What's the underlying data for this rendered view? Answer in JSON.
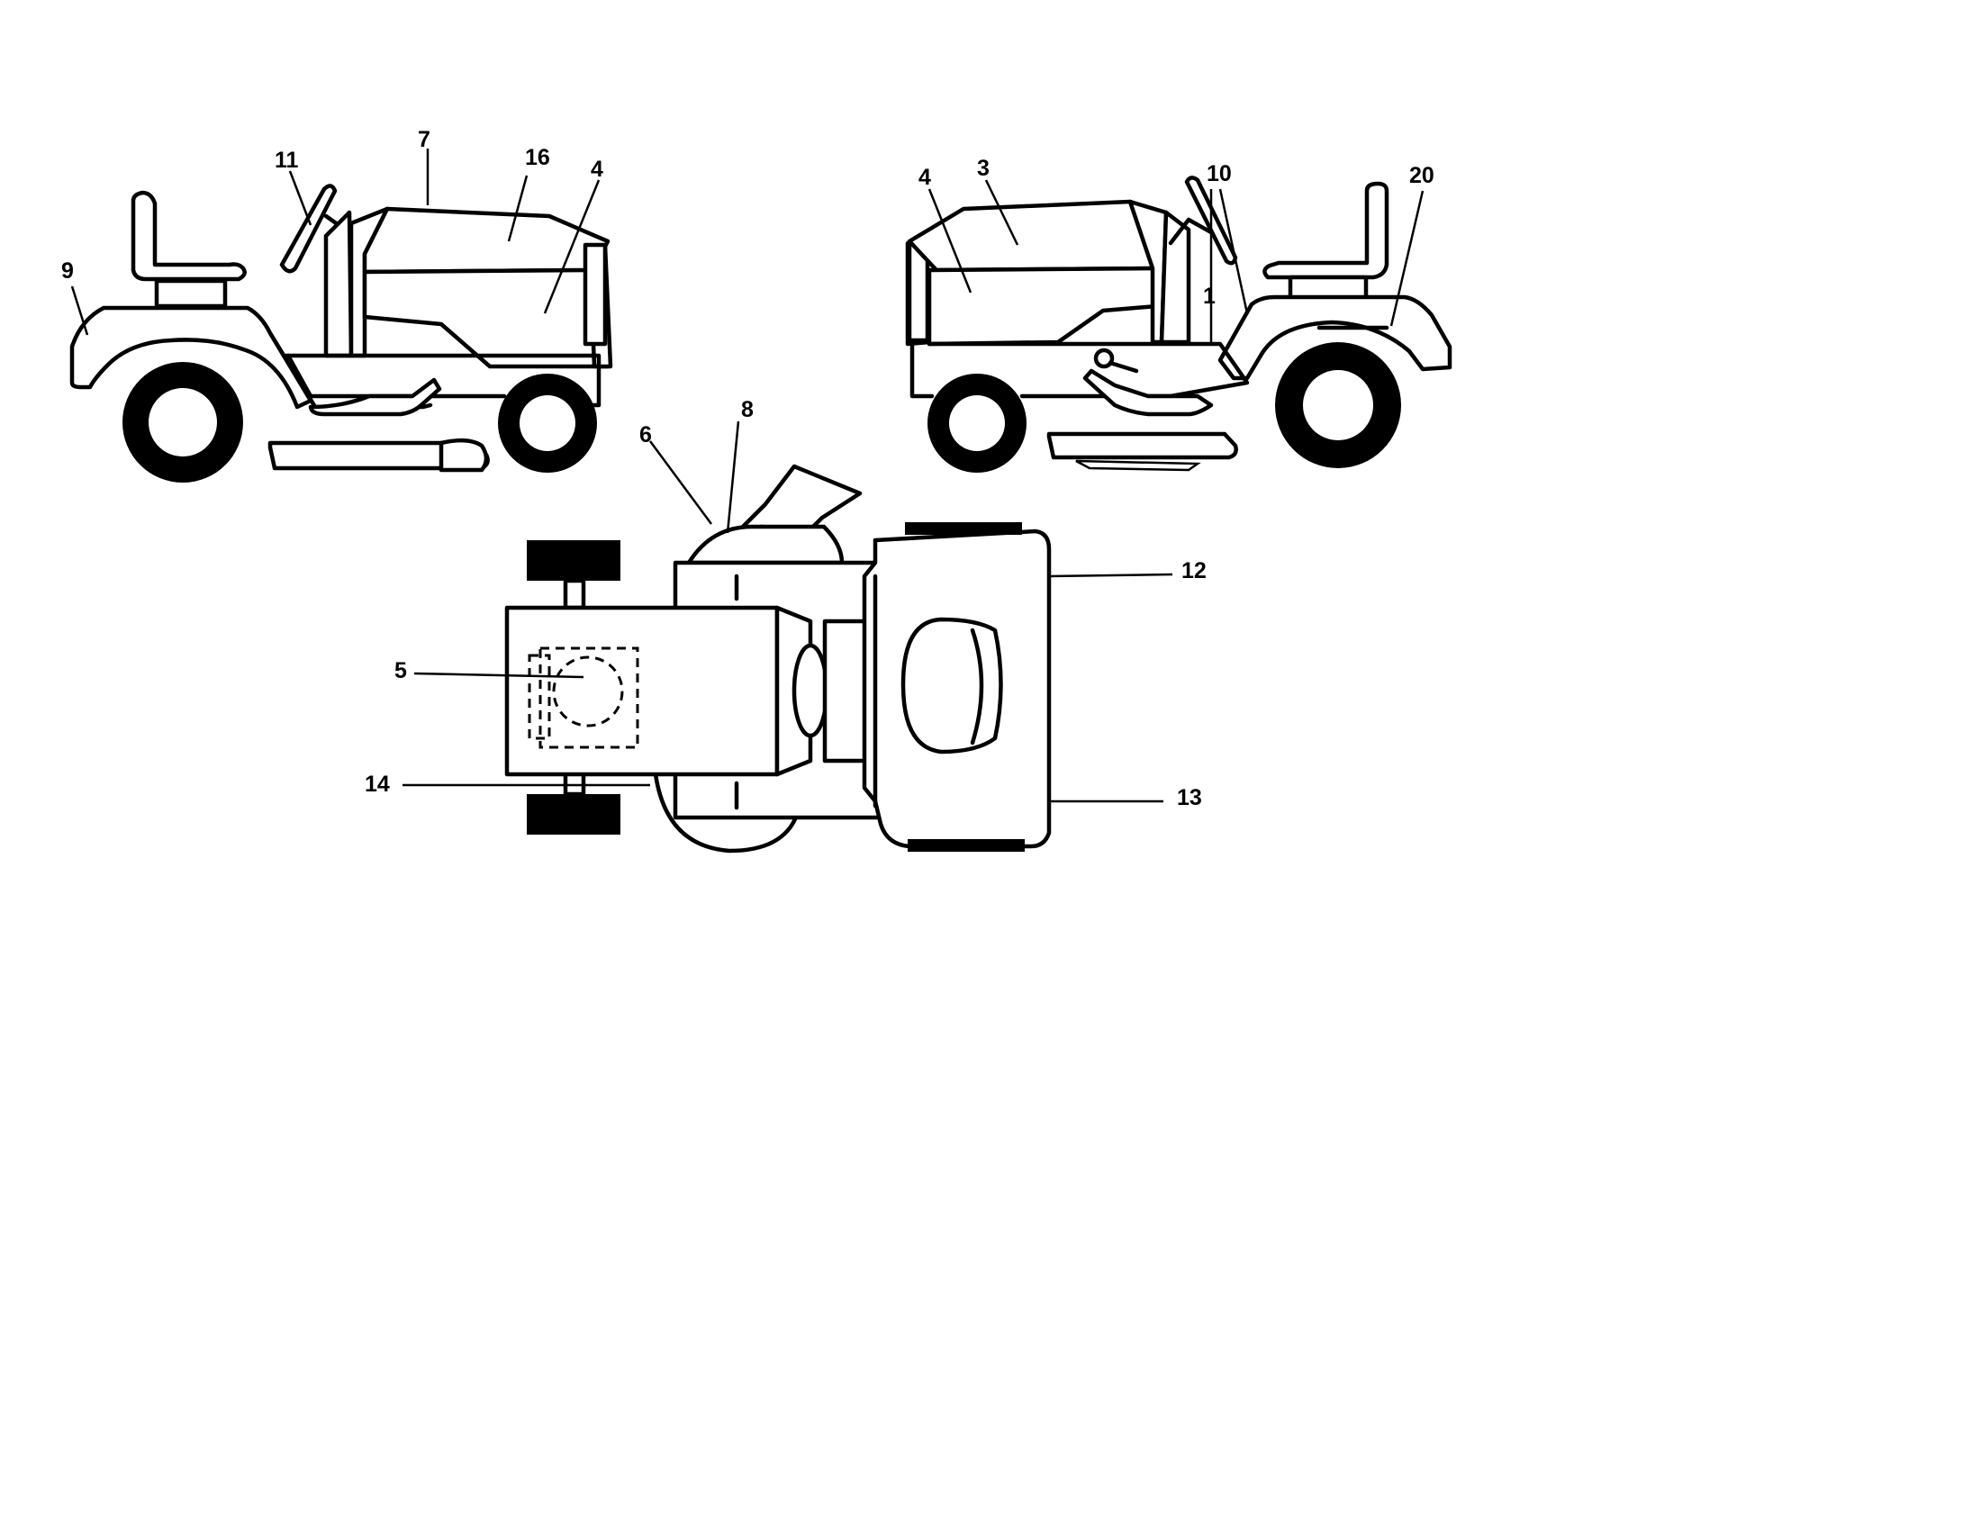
{
  "views": {
    "left_side": {
      "labels": [
        "9",
        "11",
        "7",
        "16",
        "4"
      ]
    },
    "right_side": {
      "labels": [
        "4",
        "3",
        "10",
        "1",
        "20"
      ]
    },
    "top": {
      "labels": [
        "6",
        "8",
        "12",
        "5",
        "14",
        "13"
      ]
    }
  },
  "colors": {
    "line": "#000000",
    "background": "#ffffff"
  }
}
